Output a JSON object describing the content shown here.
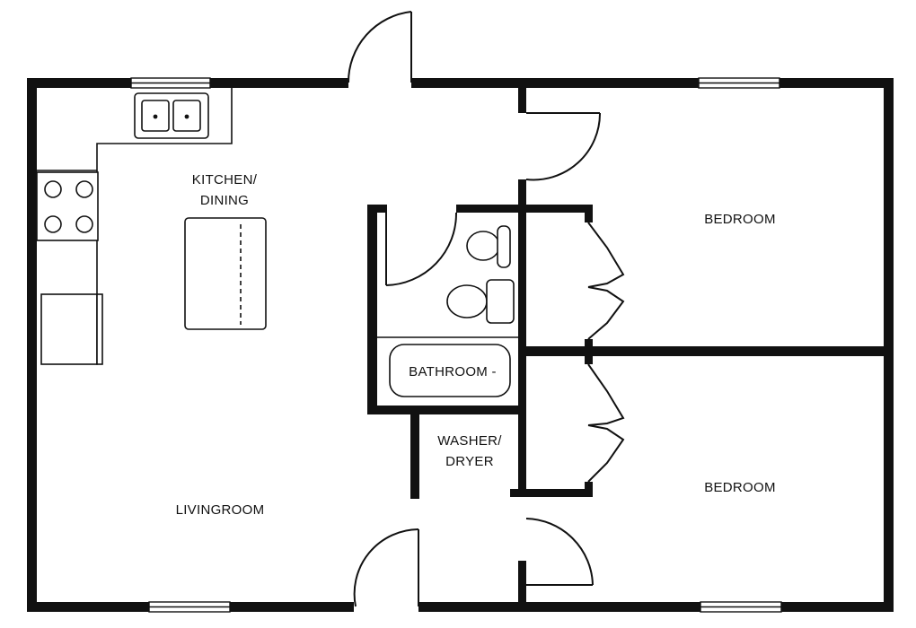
{
  "rooms": {
    "kitchen_line1": "KITCHEN/",
    "kitchen_line2": "DINING",
    "bedroom_upper": "BEDROOM",
    "bedroom_lower": "BEDROOM",
    "bathroom": "BATHROOM -",
    "washer_line1": "WASHER/",
    "washer_line2": "DRYER",
    "livingroom": "LIVINGROOM"
  },
  "colors": {
    "wall": "#111111",
    "background": "#ffffff"
  }
}
